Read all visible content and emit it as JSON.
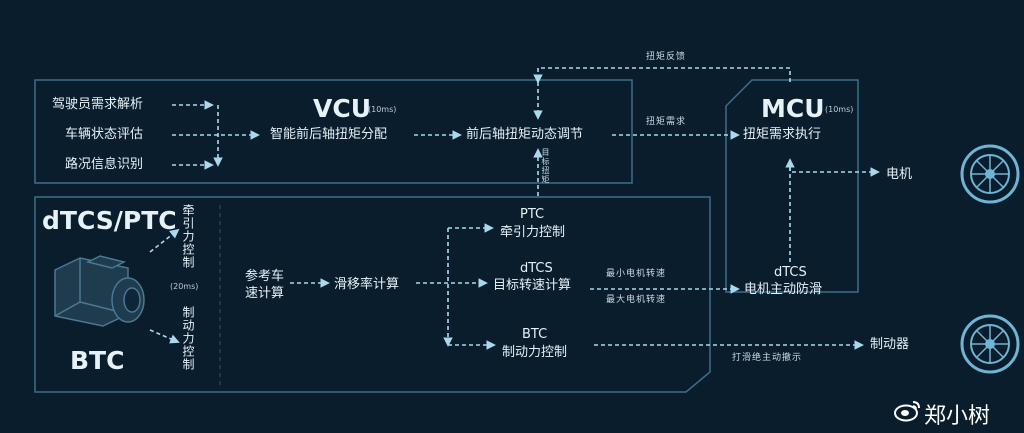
{
  "vcu": {
    "title": "VCU",
    "period": "(10ms)",
    "inputs": [
      "驾驶员需求解析",
      "车辆状态评估",
      "路况信息识别"
    ],
    "distribution": "智能前后轴扭矩分配",
    "dynamic_adjust": "前后轴扭矩动态调节"
  },
  "mcu": {
    "title": "MCU",
    "period": "(10ms)",
    "torque_exec": "扭矩需求执行",
    "dtcs_label": "dTCS",
    "anti_slip": "电机主动防滑"
  },
  "left_box": {
    "title_top": "dTCS/PTC",
    "title_bottom": "BTC",
    "traction": "牵引力控制",
    "period": "(20ms)",
    "braking": "制动力控制"
  },
  "center": {
    "ref_speed_line1": "参考车",
    "ref_speed_line2": "速计算",
    "slip_rate": "滑移率计算",
    "ptc_label": "PTC",
    "ptc_desc": "牵引力控制",
    "dtcs_label": "dTCS",
    "dtcs_desc": "目标转速计算",
    "btc_label": "BTC",
    "btc_desc": "制动力控制",
    "target_torque": "目标扭矩"
  },
  "signals": {
    "torque_feedback": "扭矩反馈",
    "torque_request": "扭矩需求",
    "min_speed": "最小电机转速",
    "max_speed": "最大电机转速",
    "abort": "打滑绝主动撤示"
  },
  "outputs": {
    "motor": "电机",
    "brake": "制动器"
  },
  "watermark": "郑小树",
  "colors": {
    "background": "#0a1d2c",
    "line": "#3d6f8a",
    "arrow": "#a9d9ee",
    "text": "#e6f1f8"
  }
}
